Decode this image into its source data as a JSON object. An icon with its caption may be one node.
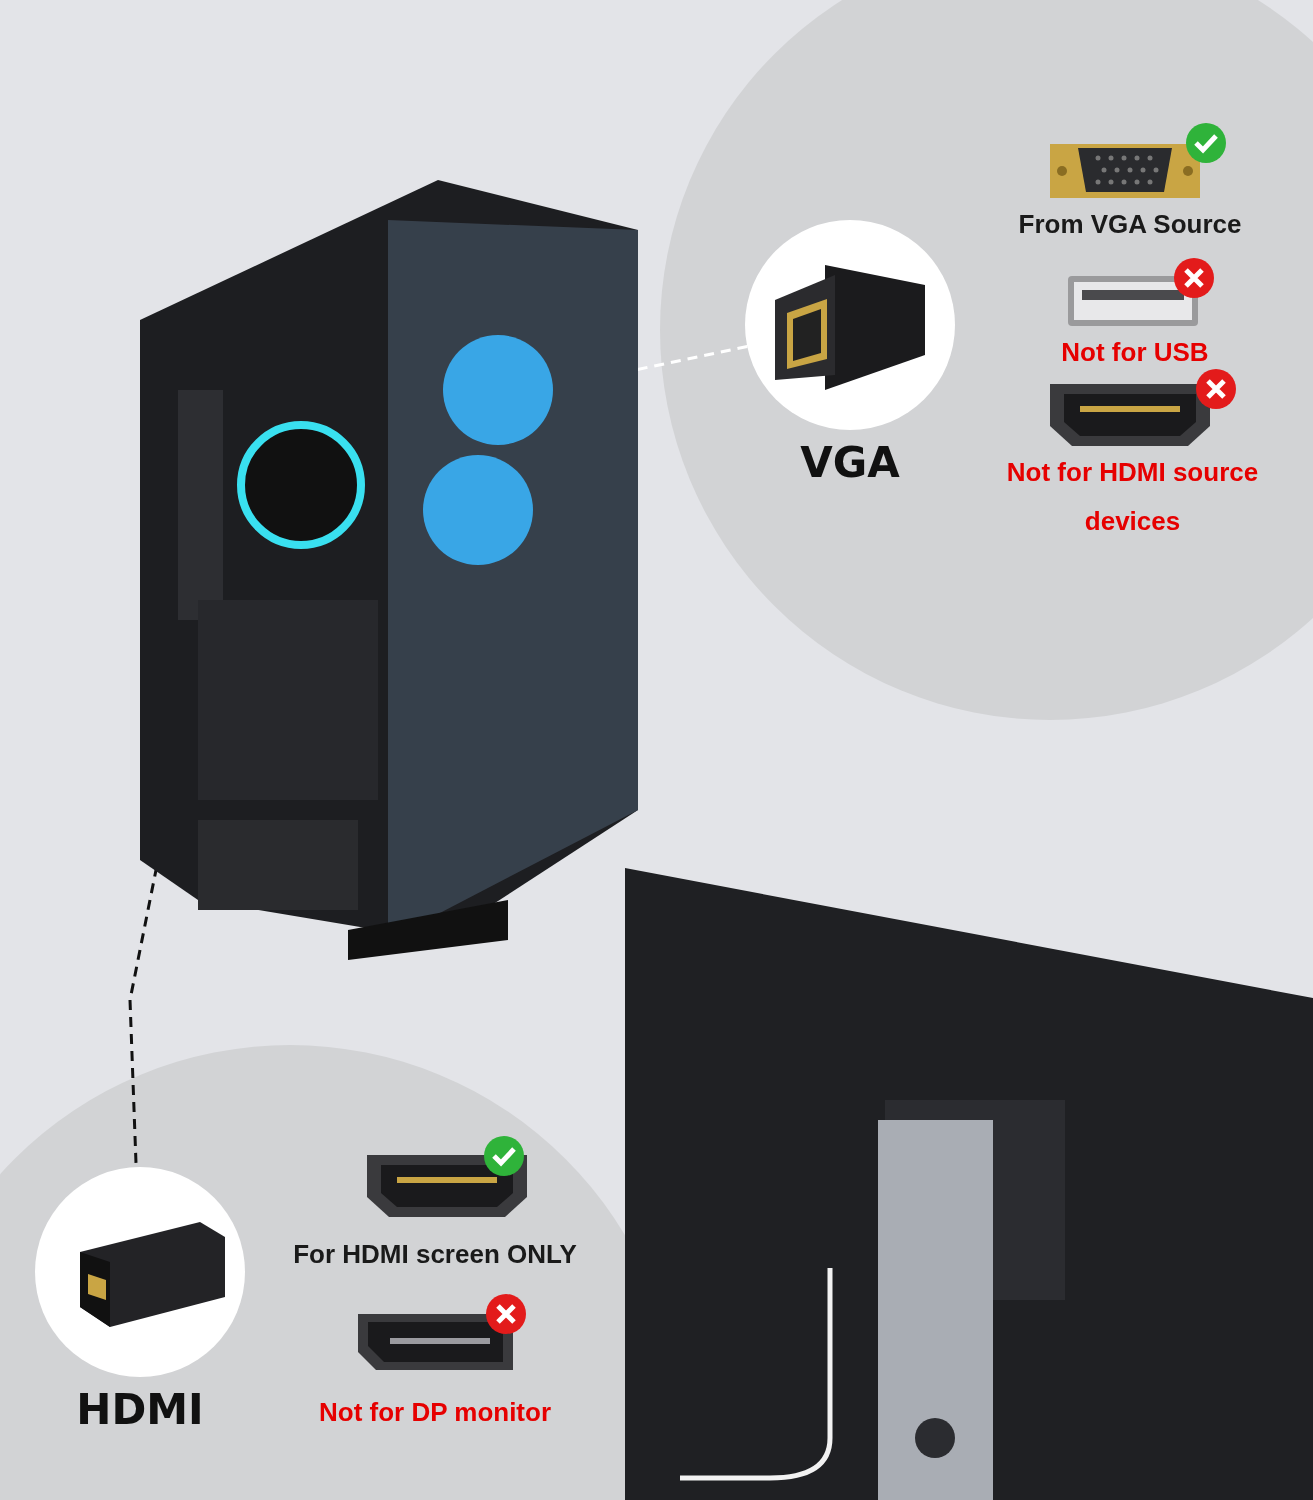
{
  "diagram": {
    "nodes": [
      {
        "text": [],
        "shape": "picture"
      },
      {
        "text": [
          "VGA"
        ]
      },
      {
        "text": [
          "HDMI"
        ]
      }
    ],
    "edges": [
      {
        "from": 0,
        "to": 1,
        "arrow": "none",
        "style": "dashed"
      },
      {
        "from": 0,
        "to": 2,
        "arrow": "none",
        "style": "dashed",
        "color": "#111111"
      }
    ],
    "labels": [
      "From VGA Source",
      "Not for USB",
      "Not for HDMI source devices",
      "For HDMI screen ONLY",
      "Not for DP monitor"
    ]
  }
}
